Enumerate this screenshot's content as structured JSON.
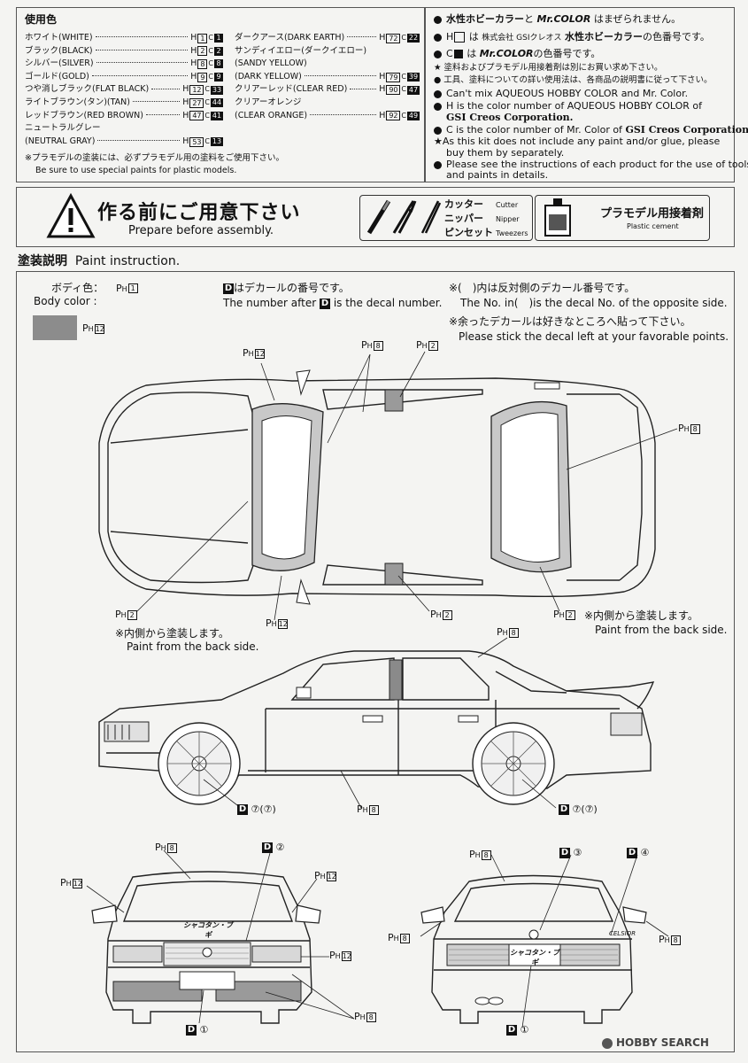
{
  "colors_used": {
    "title": "使用色",
    "left": [
      {
        "name": "ホワイト(WHITE)",
        "h": "1",
        "c": "1"
      },
      {
        "name": "ブラック(BLACK)",
        "h": "2",
        "c": "2"
      },
      {
        "name": "シルバー(SILVER)",
        "h": "8",
        "c": "8"
      },
      {
        "name": "ゴールド(GOLD)",
        "h": "9",
        "c": "9"
      },
      {
        "name": "つや消しブラック(FLAT BLACK)",
        "h": "12",
        "c": "33"
      },
      {
        "name": "ライトブラウン(タン)(TAN)",
        "h": "27",
        "c": "44"
      },
      {
        "name": "レッドブラウン(RED BROWN)",
        "h": "47",
        "c": "41"
      },
      {
        "name": "ニュートラルグレー",
        "h": "",
        "c": ""
      },
      {
        "name": "(NEUTRAL GRAY)",
        "h": "53",
        "c": "13"
      }
    ],
    "right": [
      {
        "name": "ダークアース(DARK EARTH)",
        "h": "72",
        "c": "22"
      },
      {
        "name": "サンディイエロー(ダークイエロー)",
        "h": "",
        "c": ""
      },
      {
        "name": "(SANDY YELLOW)",
        "h": "",
        "c": ""
      },
      {
        "name": "(DARK YELLOW)",
        "h": "79",
        "c": "39"
      },
      {
        "name": "クリアーレッド(CLEAR RED)",
        "h": "90",
        "c": "47"
      },
      {
        "name": "クリアーオレンジ",
        "h": "",
        "c": ""
      },
      {
        "name": "(CLEAR ORANGE)",
        "h": "92",
        "c": "49"
      }
    ],
    "note_jp": "※プラモデルの塗装には、必ずプラモデル用の塗料をご使用下さい。",
    "note_en": "Be sure to use special paints for plastic models."
  },
  "paint_notes": {
    "line1_a": "水性ホビーカラー",
    "line1_b": "と",
    "line1_c": "Mr.COLOR",
    "line1_d": "はまぜられません。",
    "line2_a": "H",
    "line2_b": "は",
    "line2_c": "株式会社 GSIクレオス",
    "line2_d": "水性ホビーカラー",
    "line2_e": "の色番号です。",
    "line3_a": "C",
    "line3_b": "は",
    "line3_c": "Mr.COLOR",
    "line3_d": "の色番号です。",
    "line4": "★ 塗料およびプラモデル用接着剤は別にお買い求め下さい。",
    "line5": "● 工具、塗料についての詳い使用法は、各商品の説明書に従って下さい。",
    "en1": "Can't mix AQUEOUS HOBBY COLOR and Mr. Color.",
    "en2": "H  is the color number of AQUEOUS HOBBY COLOR of",
    "en3": "GSI Creos Corporation.",
    "en4": "C  is the color number of Mr. Color of ",
    "en4b": "GSI Creos Corporation.",
    "en5": "★As this kit does not include any paint and/or glue, please",
    "en6": "buy them by separately.",
    "en7": "Please see the instructions of each product for the use of tools",
    "en8": "and paints in details."
  },
  "prepare": {
    "title_jp": "作る前にご用意下さい",
    "title_en": "Prepare before assembly.",
    "tools": [
      {
        "jp": "カッター",
        "en": "Cutter"
      },
      {
        "jp": "ニッパー",
        "en": "Nipper"
      },
      {
        "jp": "ピンセット",
        "en": "Tweezers"
      }
    ],
    "cement_jp": "プラモデル用接着剤",
    "cement_en": "Plastic cement"
  },
  "paint_instruction": {
    "heading_jp": "塗装説明",
    "heading_en": "Paint instruction.",
    "body_color_jp": "ボディ色：",
    "body_color_en": "Body color :",
    "body_color_code": "1",
    "gray_code": "12",
    "decal_jp_a": "D",
    "decal_jp_b": "はデカールの番号です。",
    "decal_en_a": "The number after",
    "decal_en_b": "is the decal number.",
    "opp_jp": "※(　)内は反対側のデカール番号です。",
    "opp_en": "The No. in(　)is the decal No. of the opposite side.",
    "left_jp": "※余ったデカールは好きなところへ貼って下さい。",
    "left_en": "Please stick the decal left at your favorable points.",
    "back_jp": "※内側から塗装します。",
    "back_en": "Paint from the back side."
  },
  "callouts": {
    "h12": "12",
    "h8": "8",
    "h2": "2",
    "d_wheel": "⑦(⑦)",
    "d_front": "②",
    "d_rear1": "③",
    "d_rear2": "④",
    "d_plate": "①",
    "plate_text": "シャコタン・ブギ",
    "celsior": "CELSIOR"
  },
  "watermark": "HOBBY SEARCH"
}
